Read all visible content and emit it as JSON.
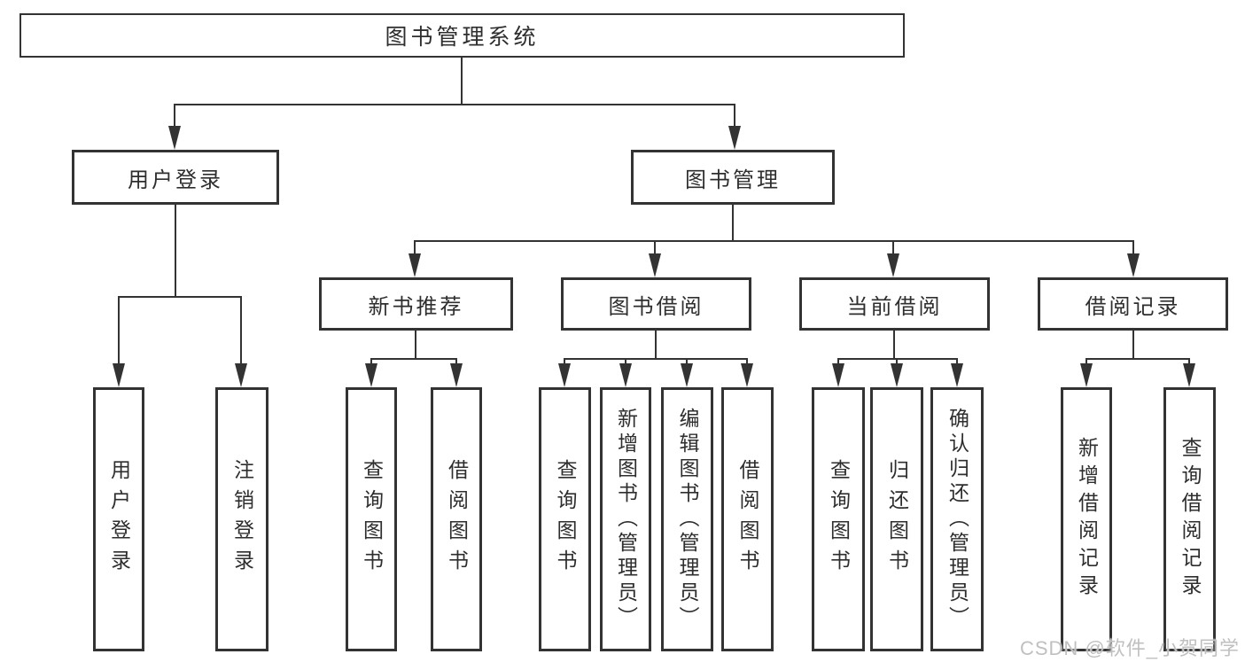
{
  "diagram_type": "function-structure-tree",
  "colors": {
    "line": "#333333",
    "text": "#2e2e2e",
    "background": "#ffffff",
    "watermark": "#c0c0c0"
  },
  "tree": {
    "label": "图书管理系统",
    "children": [
      {
        "label": "用户登录",
        "children": [
          {
            "label": "用户登录"
          },
          {
            "label": "注销登录"
          }
        ]
      },
      {
        "label": "图书管理",
        "children": [
          {
            "label": "新书推荐",
            "children": [
              {
                "label": "查询图书"
              },
              {
                "label": "借阅图书"
              }
            ]
          },
          {
            "label": "图书借阅",
            "children": [
              {
                "label": "查询图书"
              },
              {
                "label": "新增图书（管理员）"
              },
              {
                "label": "编辑图书（管理员）"
              },
              {
                "label": "借阅图书"
              }
            ]
          },
          {
            "label": "当前借阅",
            "children": [
              {
                "label": "查询图书"
              },
              {
                "label": "归还图书"
              },
              {
                "label": "确认归还（管理员）"
              }
            ]
          },
          {
            "label": "借阅记录",
            "children": [
              {
                "label": "新增借阅记录"
              },
              {
                "label": "查询借阅记录"
              }
            ]
          }
        ]
      }
    ]
  },
  "watermark": {
    "text": "CSDN @软件_小贺同学"
  }
}
